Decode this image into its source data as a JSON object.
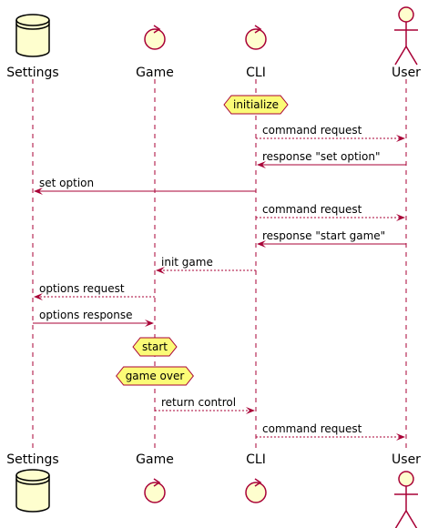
{
  "participants": [
    {
      "id": "settings",
      "label": "Settings",
      "kind": "database"
    },
    {
      "id": "game",
      "label": "Game",
      "kind": "control"
    },
    {
      "id": "cli",
      "label": "CLI",
      "kind": "control"
    },
    {
      "id": "user",
      "label": "User",
      "kind": "actor"
    }
  ],
  "steps": [
    {
      "type": "note",
      "over": "cli",
      "text": "initialize"
    },
    {
      "type": "message",
      "from": "cli",
      "to": "user",
      "text": "command request",
      "style": "dashed"
    },
    {
      "type": "message",
      "from": "user",
      "to": "cli",
      "text": "response \"set option\"",
      "style": "solid"
    },
    {
      "type": "message",
      "from": "cli",
      "to": "settings",
      "text": "set option",
      "style": "solid"
    },
    {
      "type": "message",
      "from": "cli",
      "to": "user",
      "text": "command request",
      "style": "dashed"
    },
    {
      "type": "message",
      "from": "user",
      "to": "cli",
      "text": "response \"start game\"",
      "style": "solid"
    },
    {
      "type": "message",
      "from": "cli",
      "to": "game",
      "text": "init game",
      "style": "dashed"
    },
    {
      "type": "message",
      "from": "game",
      "to": "settings",
      "text": "options request",
      "style": "dashed"
    },
    {
      "type": "message",
      "from": "settings",
      "to": "game",
      "text": "options response",
      "style": "solid"
    },
    {
      "type": "note",
      "over": "game",
      "text": "start"
    },
    {
      "type": "note",
      "over": "game",
      "text": "game over"
    },
    {
      "type": "message",
      "from": "game",
      "to": "cli",
      "text": "return control",
      "style": "dashed"
    },
    {
      "type": "message",
      "from": "cli",
      "to": "user",
      "text": "command request",
      "style": "dashed"
    }
  ],
  "colors": {
    "line": "#A80036",
    "participant_fill": "#FEFECE",
    "participant_stroke": "#000000",
    "control_stroke": "#A80036",
    "note_fill": "#FBFB77",
    "note_stroke": "#A80036",
    "text": "#000000"
  }
}
